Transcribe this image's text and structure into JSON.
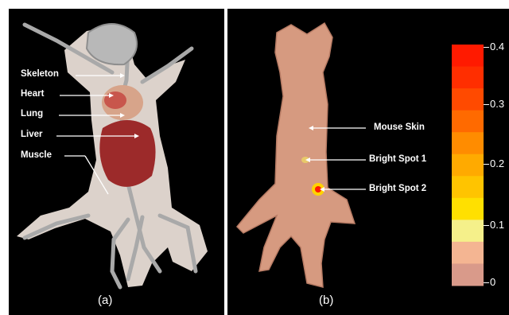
{
  "panel_a": {
    "caption": "(a)",
    "labels": {
      "skeleton": "Skeleton",
      "heart": "Heart",
      "lung": "Lung",
      "liver": "Liver",
      "muscle": "Muscle"
    }
  },
  "panel_b": {
    "caption": "(b)",
    "labels": {
      "skin": "Mouse Skin",
      "spot1": "Bright Spot 1",
      "spot2": "Bright Spot 2"
    },
    "colorbar": {
      "ticks": [
        "0.4",
        "0.3",
        "0.2",
        "0.1",
        "0"
      ],
      "colors": [
        "#ff1a00",
        "#ff2e00",
        "#ff4a00",
        "#ff6a00",
        "#ff8c00",
        "#ffaa00",
        "#ffc400",
        "#ffe000",
        "#f5f08a",
        "#f4b592",
        "#d99a8a"
      ]
    }
  }
}
